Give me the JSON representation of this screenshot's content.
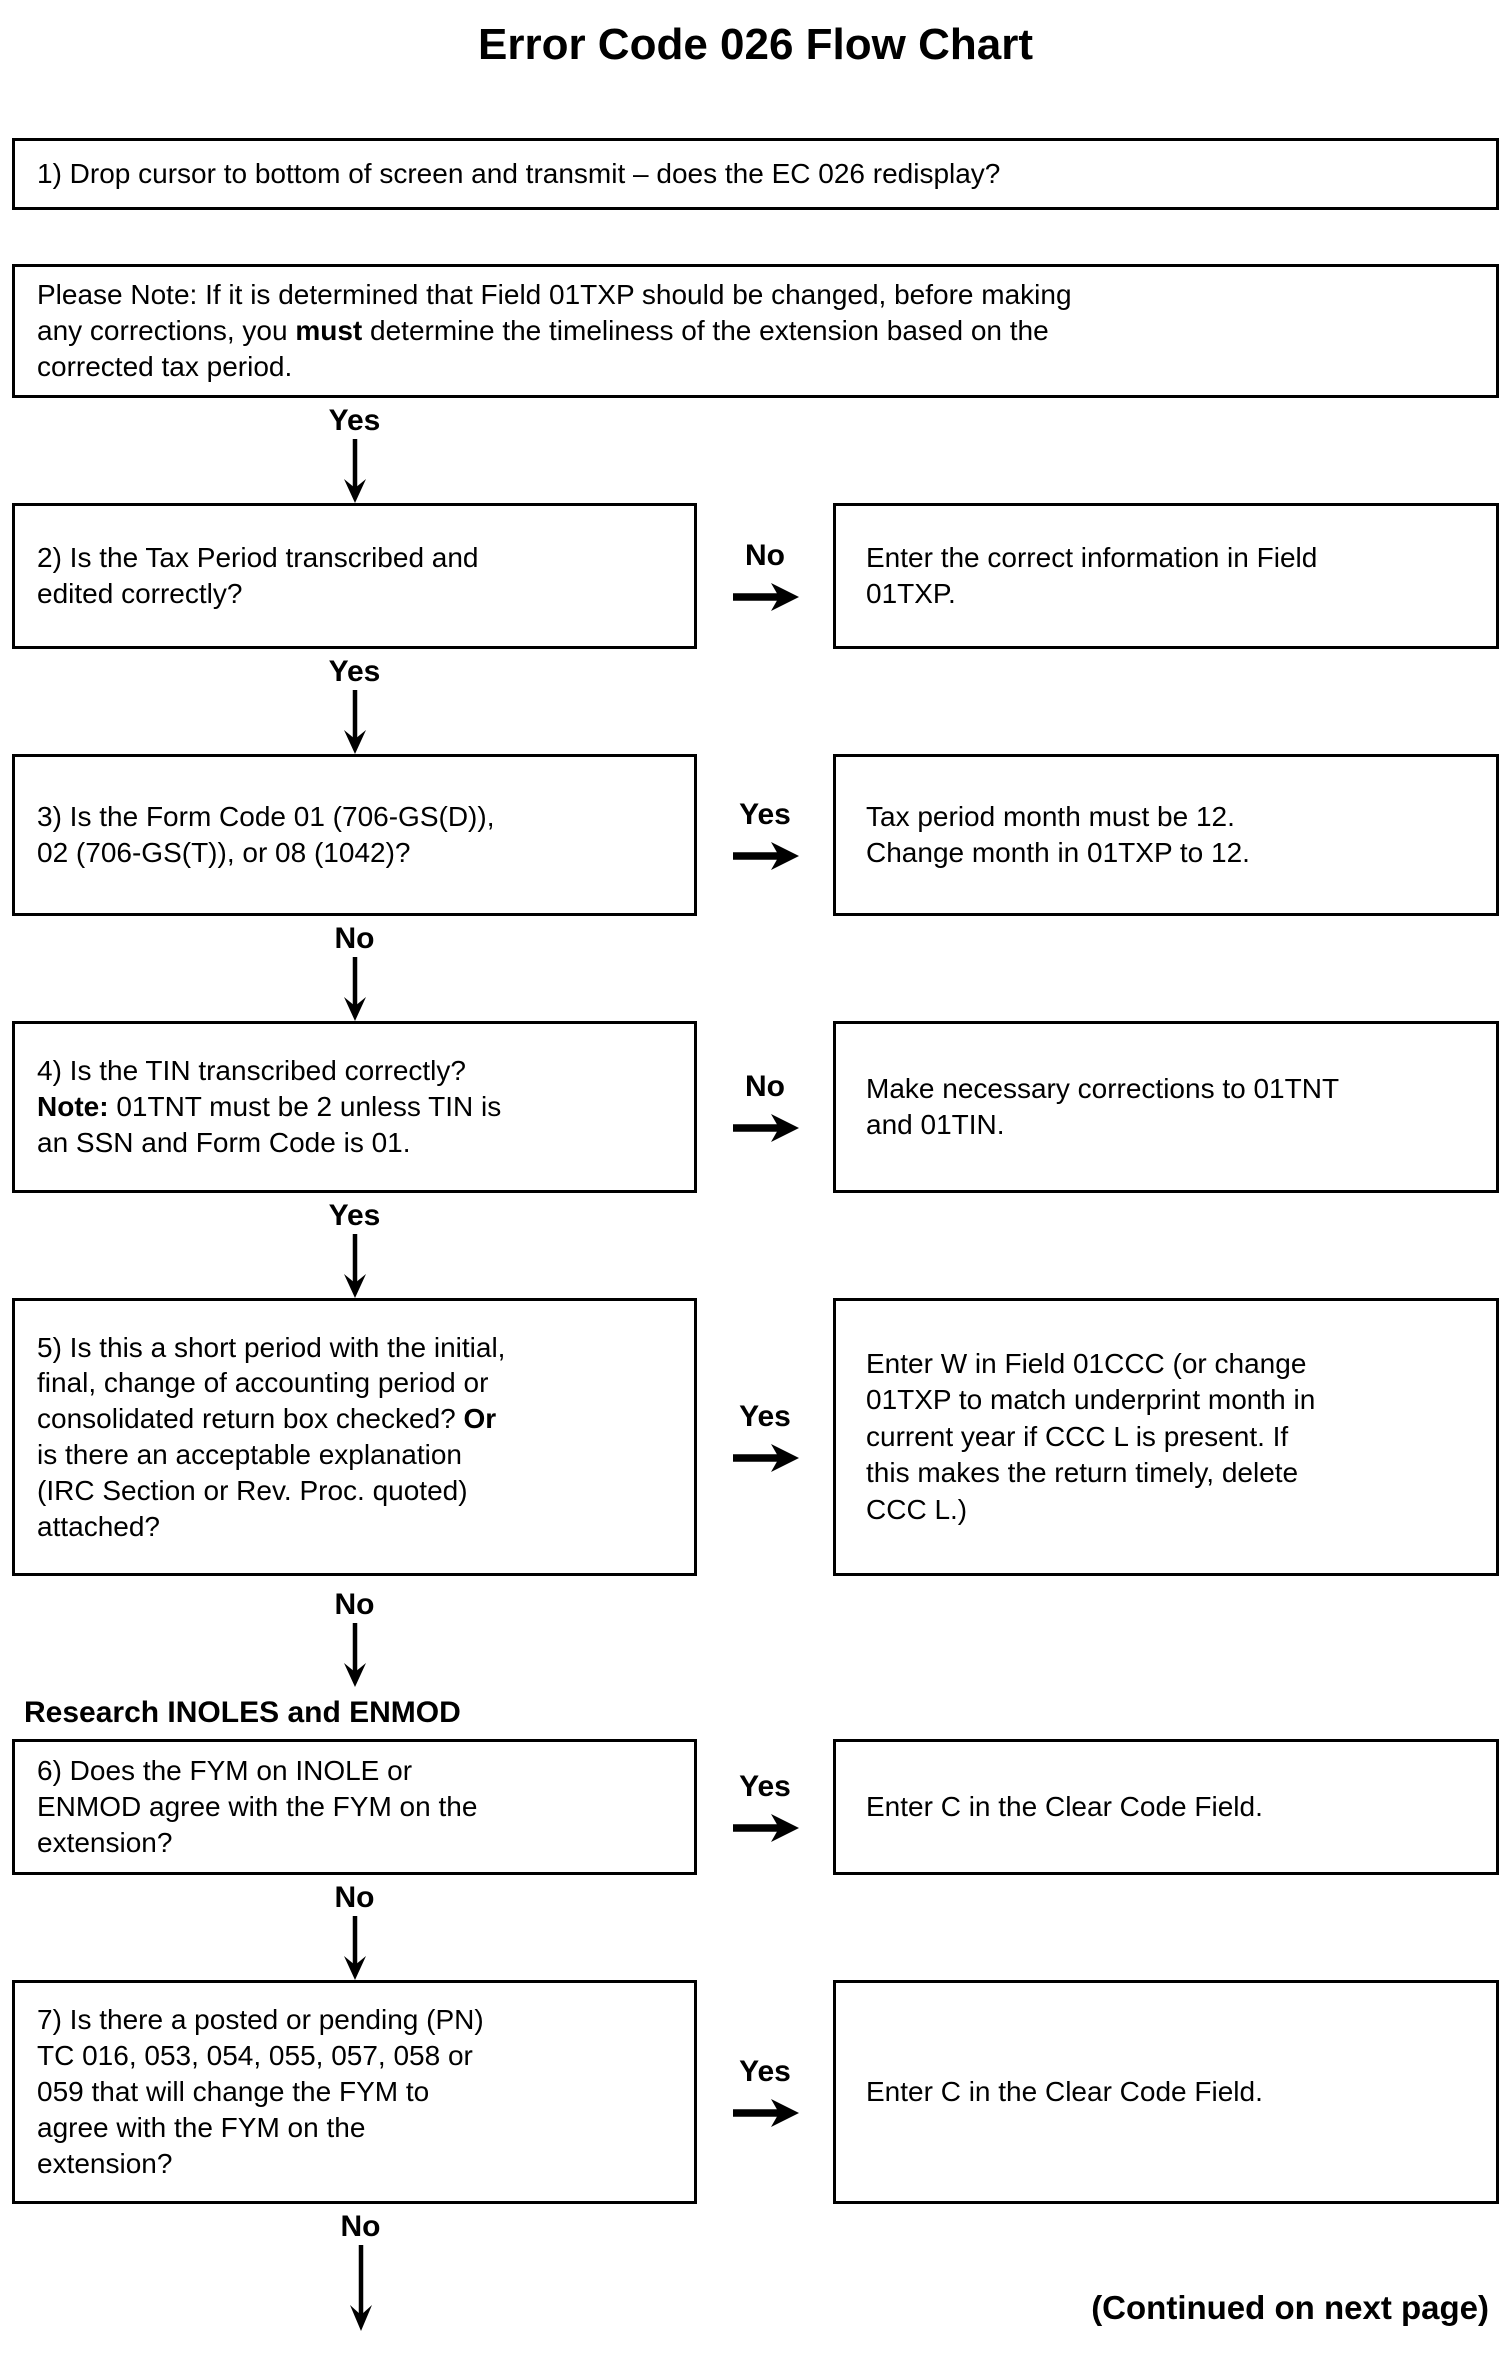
{
  "title": "Error Code 026 Flow Chart",
  "colors": {
    "ink": "#000000",
    "paper": "#ffffff"
  },
  "step1": {
    "text": "1) Drop cursor to bottom of screen and transmit – does the EC 026 redisplay?"
  },
  "note": {
    "runs": [
      {
        "t": "Please Note: If it is determined that Field 01TXP should be changed, before making\nany corrections, you "
      },
      {
        "t": "must",
        "b": true
      },
      {
        "t": " determine the timeliness of the extension based on the\ncorrected tax period."
      }
    ]
  },
  "section_heading": "Research INOLES and ENMOD",
  "steps": [
    {
      "enter_label": "Yes",
      "question_runs": [
        {
          "t": "2) Is the Tax Period transcribed and\nedited correctly?"
        }
      ],
      "branch_label": "No",
      "action_runs": [
        {
          "t": "Enter the correct information in Field\n01TXP."
        }
      ]
    },
    {
      "enter_label": "Yes",
      "question_runs": [
        {
          "t": "3) Is the Form Code 01 (706-GS(D)),\n02 (706-GS(T)), or 08 (1042)?"
        }
      ],
      "branch_label": "Yes",
      "action_runs": [
        {
          "t": "Tax period month must be 12.\nChange month in 01TXP to 12."
        }
      ]
    },
    {
      "enter_label": "No",
      "question_runs": [
        {
          "t": "4) Is the TIN transcribed correctly?\n"
        },
        {
          "t": "Note:",
          "b": true
        },
        {
          "t": "  01TNT must be 2 unless TIN is\nan SSN and Form Code is 01."
        }
      ],
      "branch_label": "No",
      "action_runs": [
        {
          "t": "Make necessary corrections to 01TNT\nand 01TIN."
        }
      ]
    },
    {
      "enter_label": "Yes",
      "question_runs": [
        {
          "t": "5) Is this a short period with the initial,\nfinal, change of accounting period or\nconsolidated return box checked?  "
        },
        {
          "t": "Or",
          "b": true
        },
        {
          "t": "\nis there an acceptable explanation\n(IRC Section or Rev. Proc. quoted)\nattached?"
        }
      ],
      "branch_label": "Yes",
      "action_runs": [
        {
          "t": "Enter W in Field 01CCC (or change\n01TXP to match underprint month in\ncurrent year if CCC L is present.  If\nthis makes the return timely, delete\nCCC L.)"
        }
      ]
    },
    {
      "enter_label": "No",
      "question_runs": [
        {
          "t": "6) Does the FYM on INOLE or\nENMOD agree with the FYM on the\nextension?"
        }
      ],
      "branch_label": "Yes",
      "action_runs": [
        {
          "t": "Enter C in the Clear Code Field."
        }
      ]
    },
    {
      "enter_label": "No",
      "question_runs": [
        {
          "t": "7) Is there a posted or pending (PN)\nTC 016, 053, 054, 055, 057, 058 or\n059 that will change the FYM to\nagree with the FYM on the\nextension?"
        }
      ],
      "branch_label": "Yes",
      "action_runs": [
        {
          "t": "Enter C in the Clear Code Field."
        }
      ]
    }
  ],
  "exit_label": "No",
  "footer": "(Continued on next page)"
}
